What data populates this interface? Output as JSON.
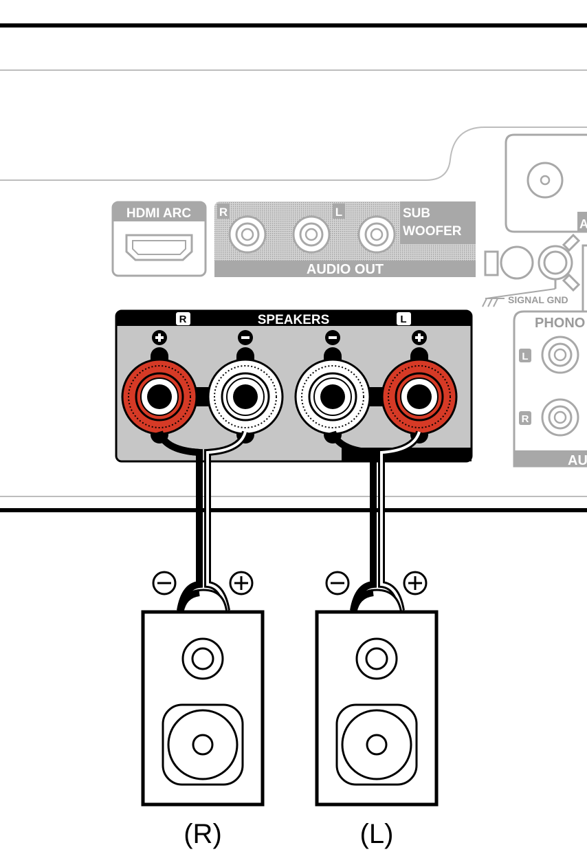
{
  "panel": {
    "hdmi_label": "HDMI ARC",
    "audio_out": {
      "label": "AUDIO OUT",
      "r_badge": "R",
      "l_badge": "L",
      "sub_line1": "SUB",
      "sub_line2": "WOOFER"
    },
    "signal_gnd_label": "SIGNAL GND",
    "phono": {
      "label": "PHONO",
      "l_badge": "L",
      "r_badge": "R",
      "bottom_label": "AU"
    },
    "aux_top_label": "A",
    "speakers": {
      "title": "SPEAKERS",
      "r_badge": "R",
      "l_badge": "L"
    }
  },
  "speakers_below": {
    "right_caption": "(R)",
    "left_caption": "(L)"
  },
  "colors": {
    "red_terminal": "#d63a26",
    "panel_gray": "#c6c6c6",
    "label_gray": "#a8a8a8",
    "black": "#000000"
  }
}
